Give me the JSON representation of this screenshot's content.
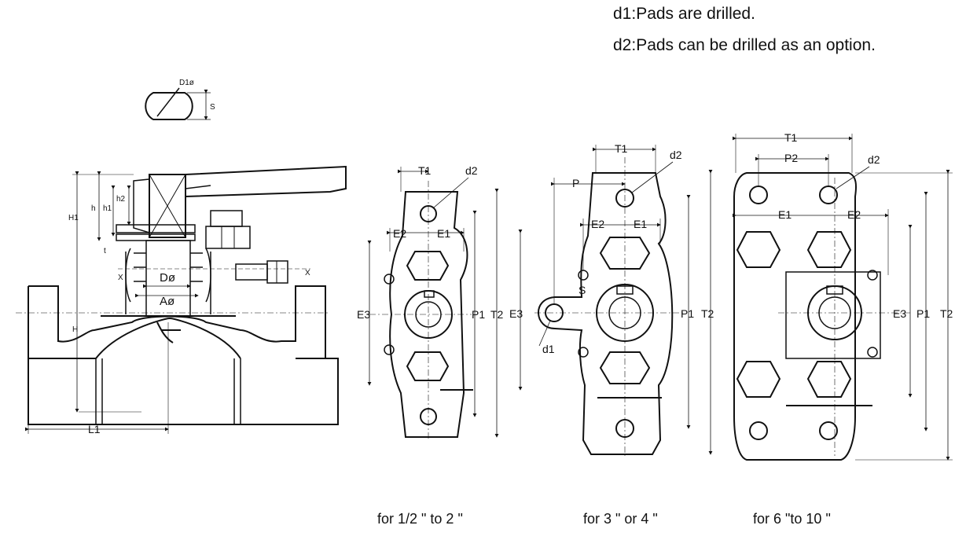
{
  "notes": {
    "d1": "d1:Pads are drilled.",
    "d2": "d2:Pads can be drilled as an option."
  },
  "captions": {
    "small": "for 1/2 \" to 2 \"",
    "medium": "for 3 \" or 4 \"",
    "large": "for 6 \"to 10 \""
  },
  "stem_detail": {
    "diameter": "D1ø",
    "flat": "S"
  },
  "section_view": {
    "H1": "H1",
    "h": "h",
    "h1": "h1",
    "h2": "h2",
    "t": "t",
    "x_left": "X",
    "x_right": "X",
    "D": "Dø",
    "A": "Aø",
    "H": "H",
    "L1": "L1"
  },
  "pad_small": {
    "T1": "T1",
    "d2": "d2",
    "E2": "E2",
    "E1": "E1",
    "E3": "E3",
    "P1": "P1",
    "T2": "T2"
  },
  "pad_medium": {
    "T1": "T1",
    "d2": "d2",
    "P": "P",
    "E2": "E2",
    "E1": "E1",
    "S": "S",
    "E3": "E3",
    "d1": "d1",
    "P1": "P1",
    "T2": "T2"
  },
  "pad_large": {
    "T1": "T1",
    "P2": "P2",
    "d2": "d2",
    "E1": "E1",
    "E2": "E2",
    "E3": "E3",
    "P1": "P1",
    "T2": "T2"
  }
}
